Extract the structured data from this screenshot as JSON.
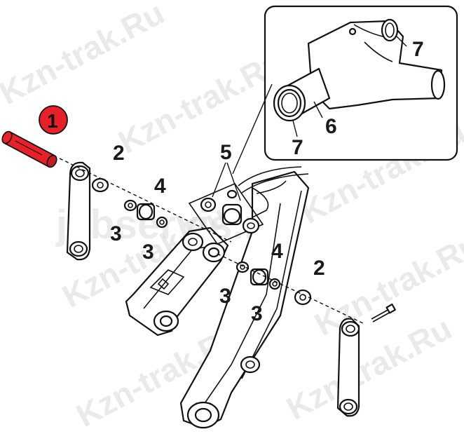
{
  "callouts": {
    "pin": "1",
    "washer_top": "2",
    "washer_bottom": "2",
    "ring_a": "3",
    "ring_b": "3",
    "ring_c": "3",
    "ring_d": "3",
    "bush_top": "4",
    "bush_bottom": "4",
    "grease_fitting": "5",
    "detail_bush": "6",
    "detail_seal_right": "7",
    "detail_seal_left": "7"
  },
  "watermarks": {
    "site_1": "Kzn-trak.Ru",
    "site_2": "Kzn-trak.Ru",
    "site_3": "Kzn-trak.Ru",
    "site_4": "Kzn-trak.Ru",
    "site_5": "Kzn-trak.Ru",
    "site_6": "Kzn-trak.Ru",
    "site_7": "Kzn-trak.Ru",
    "site_8": "jcbservis.ru"
  },
  "colors": {
    "highlight_part": "#e8202a",
    "highlight_callout": "#e8202a",
    "outline": "#111111",
    "watermark": "#d9d9d9"
  }
}
